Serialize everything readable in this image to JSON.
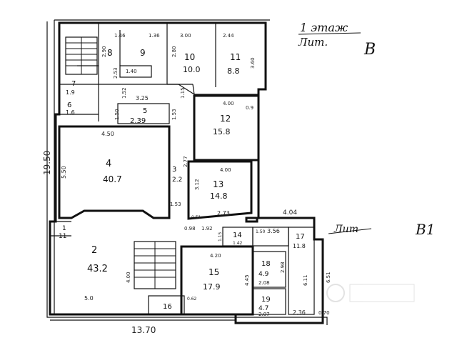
{
  "header": {
    "floor": "1 этаж",
    "lit": "Лит.",
    "building": "В"
  },
  "annex": {
    "lit": "Лит",
    "building": "В1"
  },
  "overall_dimensions": {
    "height": "19.50",
    "width": "13.70",
    "annex_width": "4.04"
  },
  "rooms": [
    {
      "no": "1",
      "area": "11"
    },
    {
      "no": "2",
      "area": "43.2"
    },
    {
      "no": "3",
      "area": "2.2"
    },
    {
      "no": "4",
      "area": "40.7"
    },
    {
      "no": "5",
      "area": "2.39"
    },
    {
      "no": "6",
      "area": "1.6"
    },
    {
      "no": "7",
      "area": "1.9"
    },
    {
      "no": "8",
      "area": ""
    },
    {
      "no": "9",
      "area": ""
    },
    {
      "no": "10",
      "area": "10.0"
    },
    {
      "no": "11",
      "area": "8.8"
    },
    {
      "no": "12",
      "area": "15.8"
    },
    {
      "no": "13",
      "area": "14.8"
    },
    {
      "no": "14",
      "area": ""
    },
    {
      "no": "15",
      "area": "17.9"
    },
    {
      "no": "16",
      "area": ""
    },
    {
      "no": "17",
      "area": "11.8"
    },
    {
      "no": "18",
      "area": "4.9"
    },
    {
      "no": "19",
      "area": "4.7"
    }
  ],
  "dimensions": [
    "1.46",
    "1.36",
    "3.00",
    "2.44",
    "2.90",
    "2.80",
    "3.60",
    "2.53",
    "1.40",
    "3.25",
    "1.52",
    "1.15",
    "1.50",
    "1.53",
    "4.00",
    "0.9",
    "4.50",
    "5.50",
    "2.77",
    "3.12",
    "2.73",
    "0.51",
    "0.98",
    "1.92",
    "1.15",
    "1.42",
    "1.50",
    "3.56",
    "4.20",
    "4.45",
    "4.00",
    "6.11",
    "6.51",
    "2.98",
    "2.08",
    "2.07",
    "2.36",
    "0.70",
    "5.0",
    "0.62",
    "1.53",
    "4.00"
  ]
}
